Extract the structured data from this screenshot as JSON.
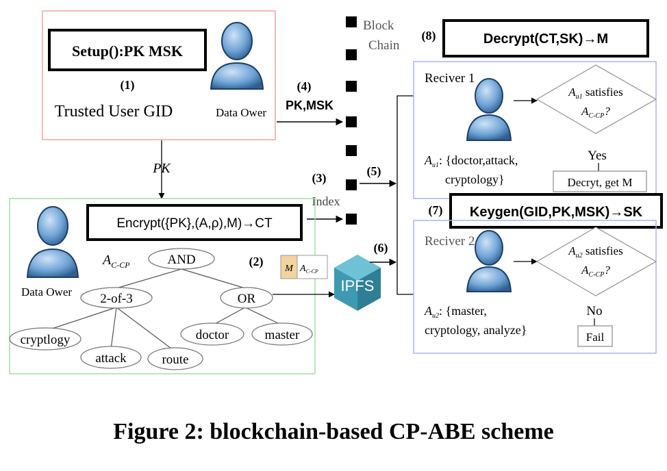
{
  "blockchain": {
    "label_line1": "Block",
    "label_line2": "Chain"
  },
  "trusted": {
    "setup": "Setup():PK MSK",
    "step": "(1)",
    "title": "Trusted User GID",
    "owner_label": "Data Ower"
  },
  "step4": {
    "num": "(4)",
    "label": "PK,MSK"
  },
  "pk_label": "PK",
  "step3": {
    "num": "(3)",
    "label": "Index"
  },
  "step5": "(5)",
  "step6": "(6)",
  "step7": "(7)",
  "step8": "(8)",
  "encrypt": {
    "formula": "Encrypt({PK},(A,ρ),M)→CT",
    "owner_label": "Data Ower",
    "step": "(2)",
    "policy_label_main": "A",
    "policy_label_sub": "C-CP",
    "tree": {
      "root": "AND",
      "left": "2-of-3",
      "right": "OR",
      "leaves_left": [
        "cryptlogy",
        "attack",
        "route"
      ],
      "leaves_right": [
        "doctor",
        "master"
      ]
    },
    "cipher_box_m": "M",
    "cipher_box_a": "A",
    "cipher_box_sub": "C-CP"
  },
  "ipfs": {
    "label": "IPFS"
  },
  "decrypt": {
    "formula": "Decrypt(CT,SK)→M"
  },
  "keygen": {
    "formula": "Keygen(GID,PK,MSK)→SK"
  },
  "receiver1": {
    "title": "Reciver 1",
    "attr_prefix": "A",
    "attr_sub": "u1",
    "attrs_line1": ": {doctor,attack,",
    "attrs_line2": "cryptology}",
    "cond_line1": " satisfies",
    "cond_a": "A",
    "cond_sub": "u1",
    "cond_line2_a": "A",
    "cond_line2_sub": "C-CP",
    "cond_q": "?",
    "answer": "Yes",
    "result": "Decryt, get M"
  },
  "receiver2": {
    "title": "Reciver 2",
    "attr_prefix": "A",
    "attr_sub": "u2",
    "attrs_line1": ": {master,",
    "attrs_line2": "cryptology, analyze}",
    "cond_line1": " satisfies",
    "cond_a": "A",
    "cond_sub": "u2",
    "cond_line2_a": "A",
    "cond_line2_sub": "C-CP",
    "cond_q": "?",
    "answer": "No",
    "result": "Fail"
  },
  "caption": "Figure 2: blockchain-based CP-ABE scheme",
  "colors": {
    "trusted_border": "#f2a0a8",
    "encrypt_border": "#a8dca8",
    "receiver_border": "#aab4ee",
    "person_fill": "#6fa4d6",
    "ipfs_fill": "#3e9ab2",
    "cipher_fill": "#f3d49c"
  }
}
